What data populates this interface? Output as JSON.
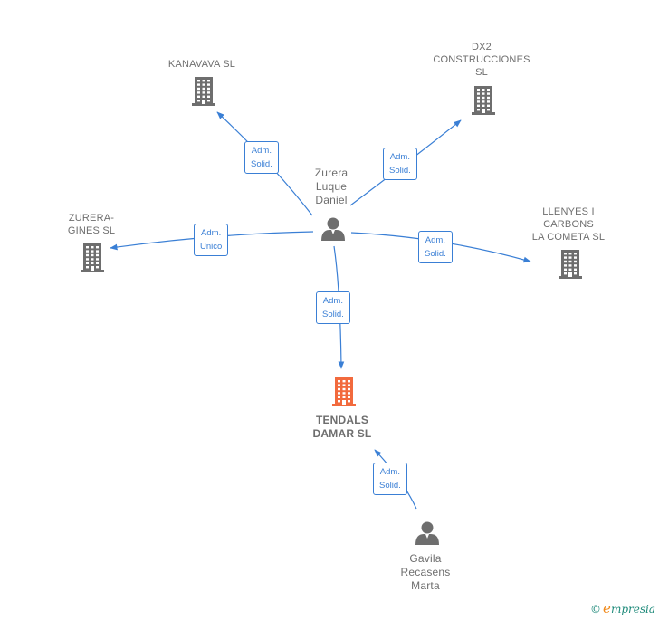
{
  "colors": {
    "edge": "#3a7fd5",
    "node_gray": "#6e6e6e",
    "node_main": "#f26a3d",
    "brand": "#1e8a7a",
    "brand_accent": "#f08a1c"
  },
  "nodes": [
    {
      "id": "kanavava",
      "kind": "company",
      "label": "KANAVAVA  SL",
      "icon": "building-icon"
    },
    {
      "id": "dx2",
      "kind": "company",
      "label": "DX2\nCONSTRUCCIONES\nSL",
      "icon": "building-icon"
    },
    {
      "id": "zurera_gines",
      "kind": "company",
      "label": "ZURERA-\nGINES  SL",
      "icon": "building-icon"
    },
    {
      "id": "llenyes",
      "kind": "company",
      "label": "LLENYES I\nCARBONS\nLA COMETA  SL",
      "icon": "building-icon"
    },
    {
      "id": "tendals",
      "kind": "main-company",
      "label": "TENDALS\nDAMAR  SL",
      "icon": "building-icon"
    },
    {
      "id": "zurera_luque",
      "kind": "person",
      "label": "Zurera\nLuque\nDaniel",
      "icon": "person-icon"
    },
    {
      "id": "gavila",
      "kind": "person",
      "label": "Gavila\nRecasens\nMarta",
      "icon": "person-icon"
    }
  ],
  "edges": [
    {
      "from": "zurera_luque",
      "to": "kanavava",
      "label": "Adm.\nSolid."
    },
    {
      "from": "zurera_luque",
      "to": "dx2",
      "label": "Adm.\nSolid."
    },
    {
      "from": "zurera_luque",
      "to": "zurera_gines",
      "label": "Adm.\nUnico"
    },
    {
      "from": "zurera_luque",
      "to": "llenyes",
      "label": "Adm.\nSolid."
    },
    {
      "from": "zurera_luque",
      "to": "tendals",
      "label": "Adm.\nSolid."
    },
    {
      "from": "gavila",
      "to": "tendals",
      "label": "Adm.\nSolid."
    }
  ],
  "footer": {
    "copyright": "©",
    "brand_first": "e",
    "brand_rest": "mpresia"
  }
}
